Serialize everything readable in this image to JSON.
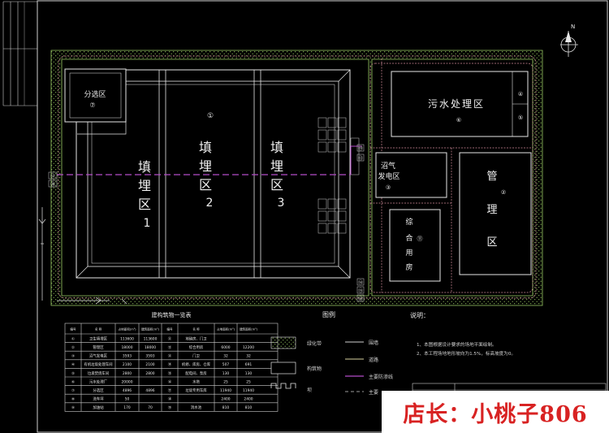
{
  "zones": {
    "sorting": {
      "label": "分选区",
      "num": "⑦"
    },
    "landfill_num": "①",
    "fill1": {
      "chars": [
        "填",
        "埋",
        "区",
        "1"
      ]
    },
    "fill2": {
      "chars": [
        "填",
        "埋",
        "区",
        "2"
      ]
    },
    "fill3": {
      "chars": [
        "填",
        "埋",
        "区",
        "3"
      ]
    },
    "sewage": {
      "label": "污水处理区",
      "num": "⑥",
      "side": [
        "④",
        "⑤"
      ]
    },
    "biogas": {
      "line1": "沼气",
      "line2": "发电区",
      "num": "③"
    },
    "mgmt": {
      "chars": [
        "管",
        "理",
        "区"
      ],
      "num": "②"
    },
    "complex": {
      "chars": [
        "综",
        "合",
        "用",
        "房"
      ],
      "num": "⑪"
    }
  },
  "boundary_marks": [
    "⑫",
    "⑬",
    "⑭",
    "⑮",
    "⑯",
    "⑲",
    "⑳"
  ],
  "table": {
    "title": "建构筑物一览表",
    "headers": [
      "编号",
      "名 称",
      "占地面积(m²)",
      "建筑面积(m²)",
      "编号",
      "名 称",
      "占地面积(m²)",
      "建筑面积(m²)"
    ],
    "rows": [
      [
        "①",
        "卫生填埋区",
        "113600",
        "113600",
        "⑪",
        "地磅房、门卫",
        "",
        ""
      ],
      [
        "②",
        "管理区",
        "18000",
        "18000",
        "⑫",
        "综合用房",
        "6000",
        "12200"
      ],
      [
        "③",
        "沼气发电区",
        "3593",
        "3593",
        "⑬",
        "门卫",
        "32",
        "32"
      ],
      [
        "④",
        "有机垃圾处理车间",
        "2100",
        "2100",
        "⑭",
        "机修、库房、仓库",
        "507",
        "691"
      ],
      [
        "⑤",
        "垃圾焚烧车间",
        "2800",
        "2800",
        "⑮",
        "配电间、泵房",
        "130",
        "130"
      ],
      [
        "⑥",
        "污水处理厂",
        "20000",
        "",
        "⑯",
        "水塔",
        "25",
        "25"
      ],
      [
        "⑦",
        "分选区",
        "4896",
        "4896",
        "⑰",
        "垃圾专用车库",
        "11940",
        "11940"
      ],
      [
        "⑧",
        "洗车坪",
        "50",
        "",
        "⑱",
        "",
        "2400",
        "2400"
      ],
      [
        "⑨",
        "加油站",
        "170",
        "70",
        "⑲",
        "消水池",
        "810",
        "810"
      ]
    ]
  },
  "legend": {
    "title": "图例",
    "items": [
      {
        "label": "绿化带"
      },
      {
        "label": "构筑物"
      },
      {
        "label": "坝"
      }
    ],
    "lines": [
      {
        "label": "围墙",
        "color": "#d0d0d0"
      },
      {
        "label": "道路",
        "color": "#d7d2a0"
      },
      {
        "label": "主要防渗线",
        "color": "#b44cc8"
      },
      {
        "label": "主要",
        "color": "#d0d0d0"
      }
    ]
  },
  "notes": {
    "title": "说明：",
    "items": [
      "1、本图根据设计要求的场地平面绘制。",
      "2、本工程场地地形坡向为1.5%，标高坡度为0。"
    ]
  },
  "north_label": "N",
  "watermark": "店长：小桃子806",
  "colors": {
    "line": "#e6e6e6",
    "green": "#9acb64",
    "road": "#d28c9b",
    "purple": "#b44cc8",
    "yellow": "#d7d2a0"
  }
}
